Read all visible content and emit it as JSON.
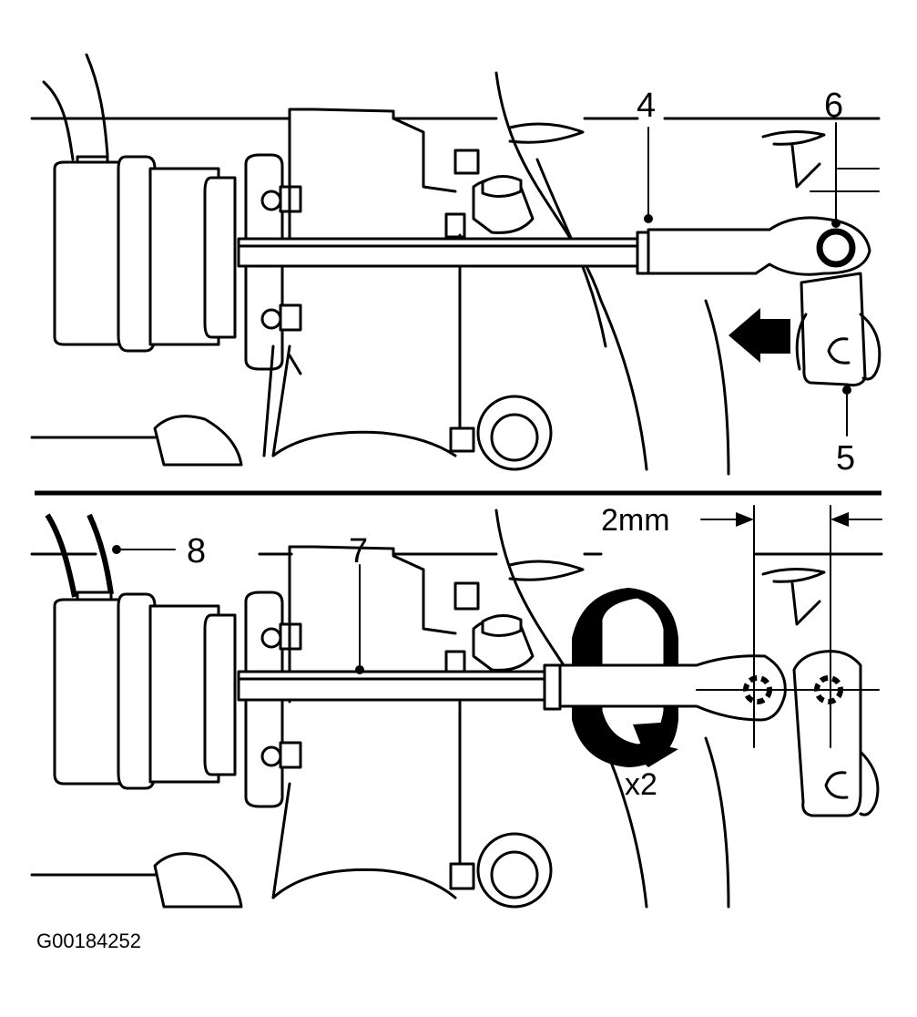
{
  "callouts": {
    "c4": "4",
    "c5": "5",
    "c6": "6",
    "c7": "7",
    "c8": "8"
  },
  "dimension_label": "2mm",
  "rotation_label": "x2",
  "figure_code": "G00184252"
}
